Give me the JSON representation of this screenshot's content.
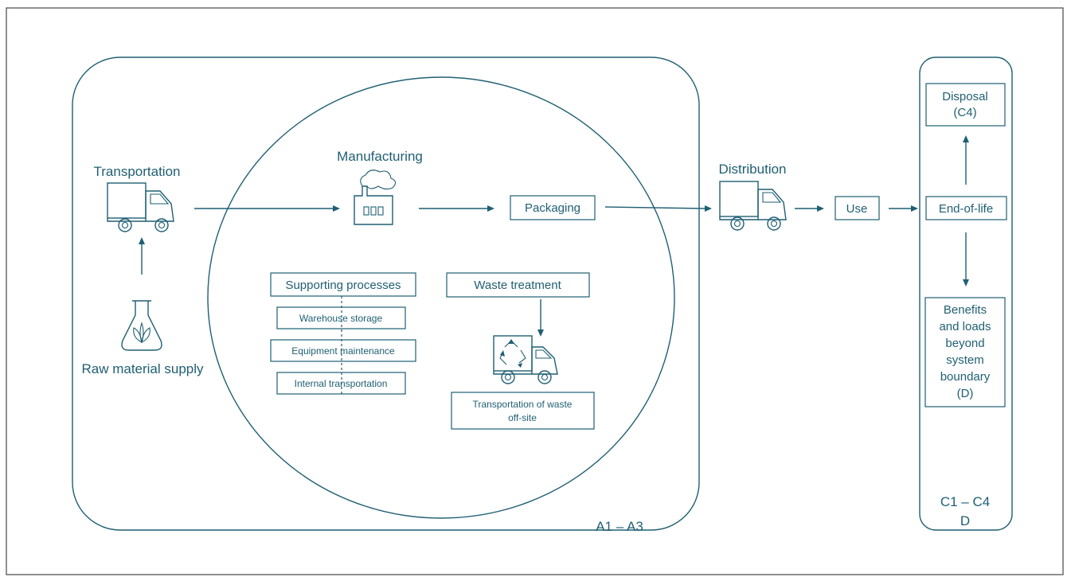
{
  "header": {
    "title": ""
  },
  "colors": {
    "line": "#1f5f73",
    "frame": "#555555",
    "background": "#ffffff"
  },
  "nodes": {
    "transportation": "Transportation",
    "raw_material_supply": "Raw material supply",
    "manufacturing": "Manufacturing",
    "packaging": "Packaging",
    "supporting_processes": "Supporting processes",
    "warehouse_storage": "Warehouse storage",
    "equipment_maintenance": "Equipment maintenance",
    "internal_transportation": "Internal transportation",
    "waste_treatment": "Waste treatment",
    "transport_waste_line1": "Transportation of waste",
    "transport_waste_line2": "off-site",
    "distribution": "Distribution",
    "use": "Use",
    "end_of_life": "End-of-life",
    "disposal_line1": "Disposal",
    "disposal_line2": "(C4)",
    "benefits_lines": [
      "Benefits",
      "and loads",
      "beyond",
      "system",
      "boundary",
      "(D)"
    ]
  },
  "stages": {
    "a1_a3": "A1 – A3",
    "c1_c4": "C1 – C4",
    "d": "D"
  },
  "icons": {
    "transport": "truck-icon",
    "raw_material": "flask-leaf-icon",
    "factory": "factory-icon",
    "distribution": "truck-icon",
    "waste_truck": "recycling-truck-icon"
  }
}
